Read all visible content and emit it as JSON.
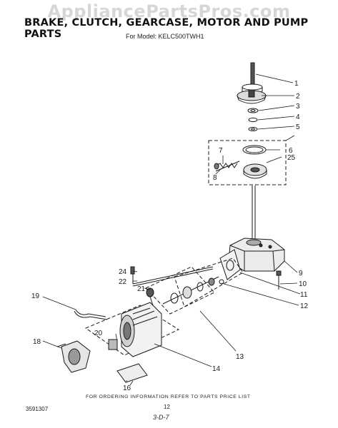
{
  "watermark": "AppliancePartsPros.com",
  "header": {
    "title": "BRAKE, CLUTCH, GEARCASE, MOTOR AND PUMP PARTS",
    "model_line": "For Model: KELC500TWH1"
  },
  "callouts": [
    "1",
    "2",
    "3",
    "4",
    "5",
    "6",
    "7",
    "8",
    "9",
    "10",
    "11",
    "12",
    "13",
    "14",
    "16",
    "18",
    "19",
    "20",
    "21",
    "22",
    "24",
    "25"
  ],
  "footer": {
    "order_note": "FOR ORDERING INFORMATION REFER TO PARTS PRICE LIST",
    "doc_number": "3591307",
    "page_number": "12",
    "page_code": "3-D-7"
  }
}
